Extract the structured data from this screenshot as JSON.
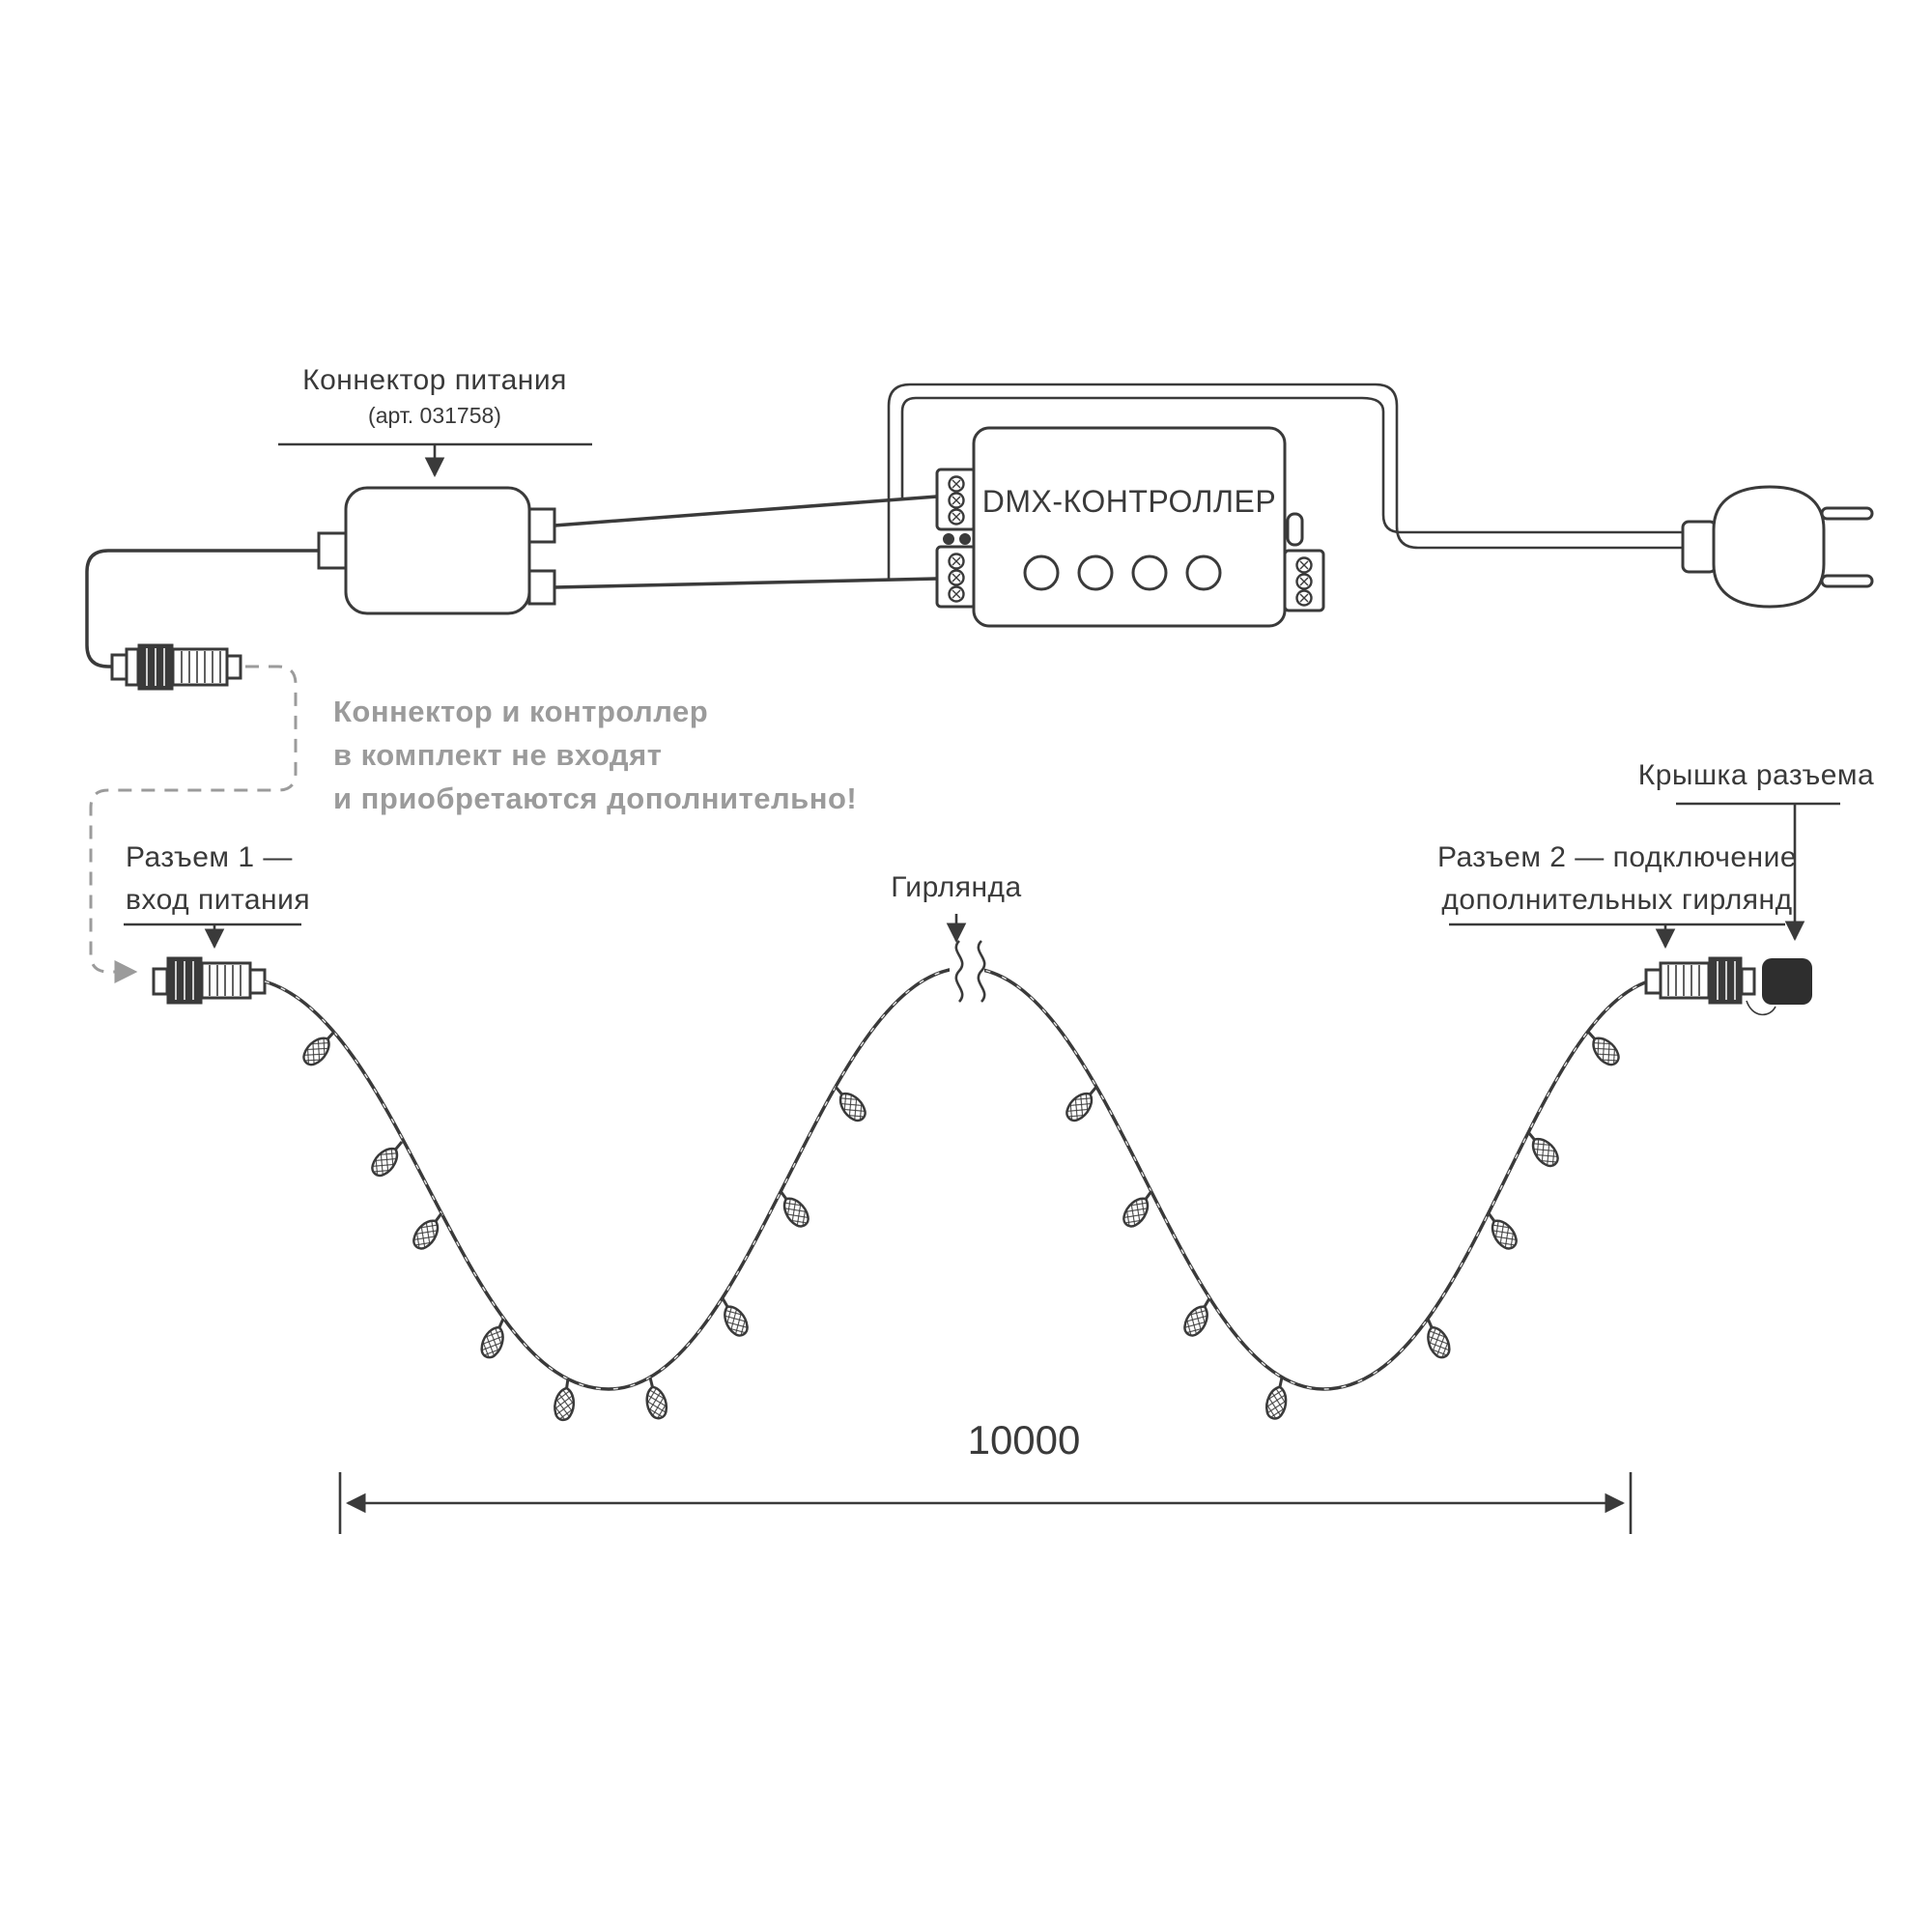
{
  "colors": {
    "line": "#3a3a3a",
    "muted": "#9b9b9b",
    "background": "#ffffff",
    "cap_fill": "#2e2e2e"
  },
  "labels": {
    "power_connector_title": "Коннектор питания",
    "power_connector_article": "(арт. 031758)",
    "controller": "DMX-КОНТРОЛЛЕР",
    "note_line1": "Коннектор и контроллер",
    "note_line2": "в комплект не входят",
    "note_line3": "и приобретаются дополнительно!",
    "connector1_line1": "Разъем 1 —",
    "connector1_line2": "вход питания",
    "garland": "Гирлянда",
    "connector2_line1": "Разъем 2 — подключение",
    "connector2_line2": "дополнительных гирлянд",
    "cap": "Крышка разъема",
    "dimension_length": "10000"
  }
}
